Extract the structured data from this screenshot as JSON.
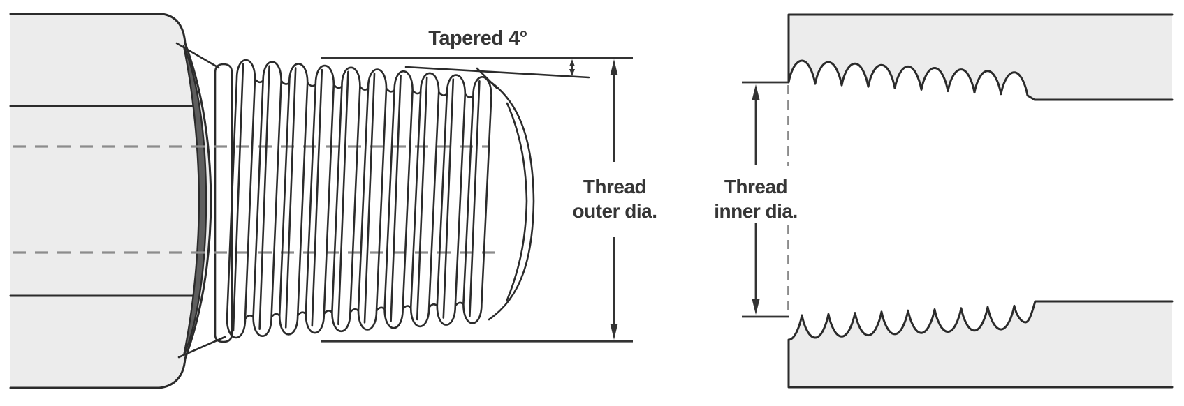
{
  "diagram": {
    "taper_label": "Tapered 4°",
    "outer_dia_label": {
      "line1": "Thread",
      "line2": "outer dia."
    },
    "inner_dia_label": {
      "line1": "Thread",
      "line2": "inner dia."
    },
    "colors": {
      "background": "#ffffff",
      "body_fill": "#ececec",
      "chamfer_dark": "#5e5e5e",
      "line": "#2b2b2b",
      "dash_gray": "#8c8c8c",
      "dimension": "#333333",
      "text": "#363636"
    }
  }
}
